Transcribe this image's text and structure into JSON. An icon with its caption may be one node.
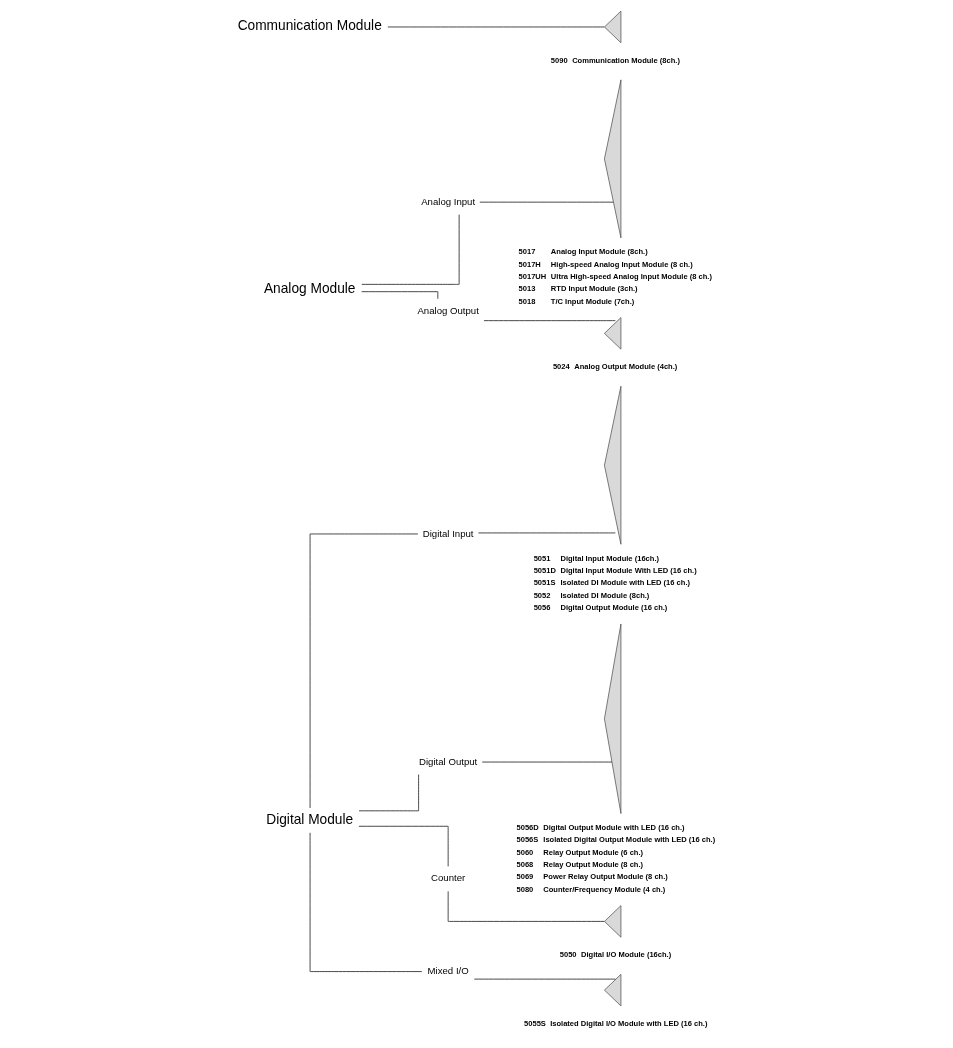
{
  "diagram": {
    "nodes": [
      {
        "text": [
          "Digital Module"
        ]
      },
      {
        "text": [
          "Digital Input"
        ]
      },
      {
        "text": [],
        "shape": "triangle",
        "beside": [
          "5051",
          "Digital Input Module (16ch.)",
          "5051D",
          "Digital Input Module With LED (16 ch.)",
          "5051S",
          "Isolated DI Module with LED (16 ch.)",
          "5052",
          "Isolated DI Module (8ch.)",
          "5056",
          "Digital Output Module (16 ch.)"
        ]
      },
      {
        "text": [
          "Digital Output"
        ]
      },
      {
        "text": [],
        "shape": "triangle",
        "beside": [
          "5056D",
          "Digital Output Module with LED (16 ch.)",
          "5056S",
          "Isolated Digital Output Module with LED (16 ch.)",
          "5060",
          "Relay Output Module (6 ch.)",
          "5068",
          "Relay Output Module (8 ch.)",
          "5069",
          "Power Relay Output Module (8 ch.)",
          "5080",
          "Counter/Frequency Module (4 ch.)"
        ]
      },
      {
        "text": [
          "Counter"
        ]
      },
      {
        "text": [],
        "shape": "triangle",
        "beside": [
          "5050",
          "Digital I/O Module (16ch.)"
        ]
      },
      {
        "text": [
          "Mixed I/O"
        ]
      },
      {
        "text": [],
        "shape": "triangle",
        "beside": [
          "5055S",
          "Isolated Digital I/O Module with LED (16 ch.)"
        ]
      },
      {
        "text": [
          "Analog Module"
        ]
      },
      {
        "text": [
          "Analog Input"
        ]
      },
      {
        "text": [],
        "shape": "triangle",
        "beside": [
          "5017",
          "Analog Input Module (8ch.)",
          "5017H",
          "High-speed Analog Input Module (8 ch.)",
          "5017UH",
          "Ultra High-speed Analog Input Module (8 ch.)",
          "5013",
          "RTD Input Module (3ch.)",
          "5018",
          "T/C Input Module (7ch.)"
        ]
      },
      {
        "text": [
          "Analog Output"
        ]
      },
      {
        "text": [],
        "shape": "triangle",
        "beside": [
          "5024",
          "Analog Output Module (4ch.)"
        ]
      },
      {
        "text": [
          "Communication Module"
        ]
      },
      {
        "text": [],
        "shape": "triangle",
        "beside": [
          "5090",
          "Communication Module (8ch.)"
        ]
      }
    ],
    "edges": [
      {
        "from": 0,
        "to": 1,
        "arrow": "none"
      },
      {
        "from": 1,
        "to": 2,
        "arrow": "none"
      },
      {
        "from": 0,
        "to": 3,
        "arrow": "none"
      },
      {
        "from": 3,
        "to": 4,
        "arrow": "none"
      },
      {
        "from": 0,
        "to": 5,
        "arrow": "none"
      },
      {
        "from": 5,
        "to": 6,
        "arrow": "none"
      },
      {
        "from": 0,
        "to": 7,
        "arrow": "none"
      },
      {
        "from": 7,
        "to": 8,
        "arrow": "none"
      },
      {
        "from": 9,
        "to": 10,
        "arrow": "none"
      },
      {
        "from": 10,
        "to": 11,
        "arrow": "none"
      },
      {
        "from": 9,
        "to": 12,
        "arrow": "none"
      },
      {
        "from": 12,
        "to": 13,
        "arrow": "none"
      },
      {
        "from": 14,
        "to": 15,
        "arrow": "none"
      }
    ]
  }
}
